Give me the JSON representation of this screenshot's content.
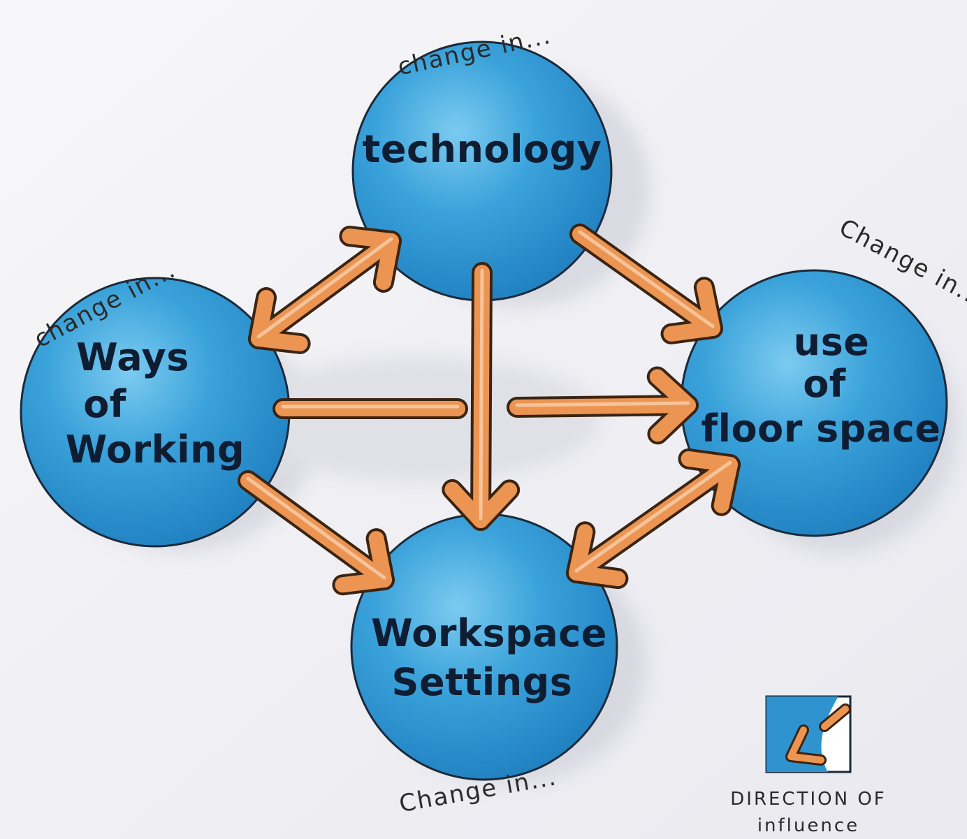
{
  "nodes": {
    "technology": {
      "label": "technology",
      "caption": "change in..."
    },
    "ways_of_working": {
      "label_lines": [
        "Ways",
        "of",
        "Working"
      ],
      "caption": "change in..."
    },
    "use_of_floor_space": {
      "label_lines": [
        "use",
        "of",
        "floor space"
      ],
      "caption": "Change in..."
    },
    "workspace_settings": {
      "label_lines": [
        "Workspace",
        "Settings"
      ],
      "caption": "Change in..."
    }
  },
  "edges": [
    {
      "from": "ways_of_working",
      "to": "technology",
      "bidirectional": true
    },
    {
      "from": "technology",
      "to": "use_of_floor_space",
      "bidirectional": false
    },
    {
      "from": "ways_of_working",
      "to": "use_of_floor_space",
      "bidirectional": false
    },
    {
      "from": "technology",
      "to": "workspace_settings",
      "bidirectional": false
    },
    {
      "from": "ways_of_working",
      "to": "workspace_settings",
      "bidirectional": false
    },
    {
      "from": "workspace_settings",
      "to": "use_of_floor_space",
      "bidirectional": true
    }
  ],
  "legend": {
    "lines": [
      "DIRECTION OF",
      "influence"
    ]
  },
  "colors": {
    "circle_fill": "#2f93d0",
    "circle_highlight": "#6cc0ea",
    "circle_outline": "#1b2a3a",
    "arrow_fill": "#ec9552",
    "arrow_outline": "#3a2412",
    "background": "#f3f3f6",
    "shadow": "#c9cad3"
  }
}
